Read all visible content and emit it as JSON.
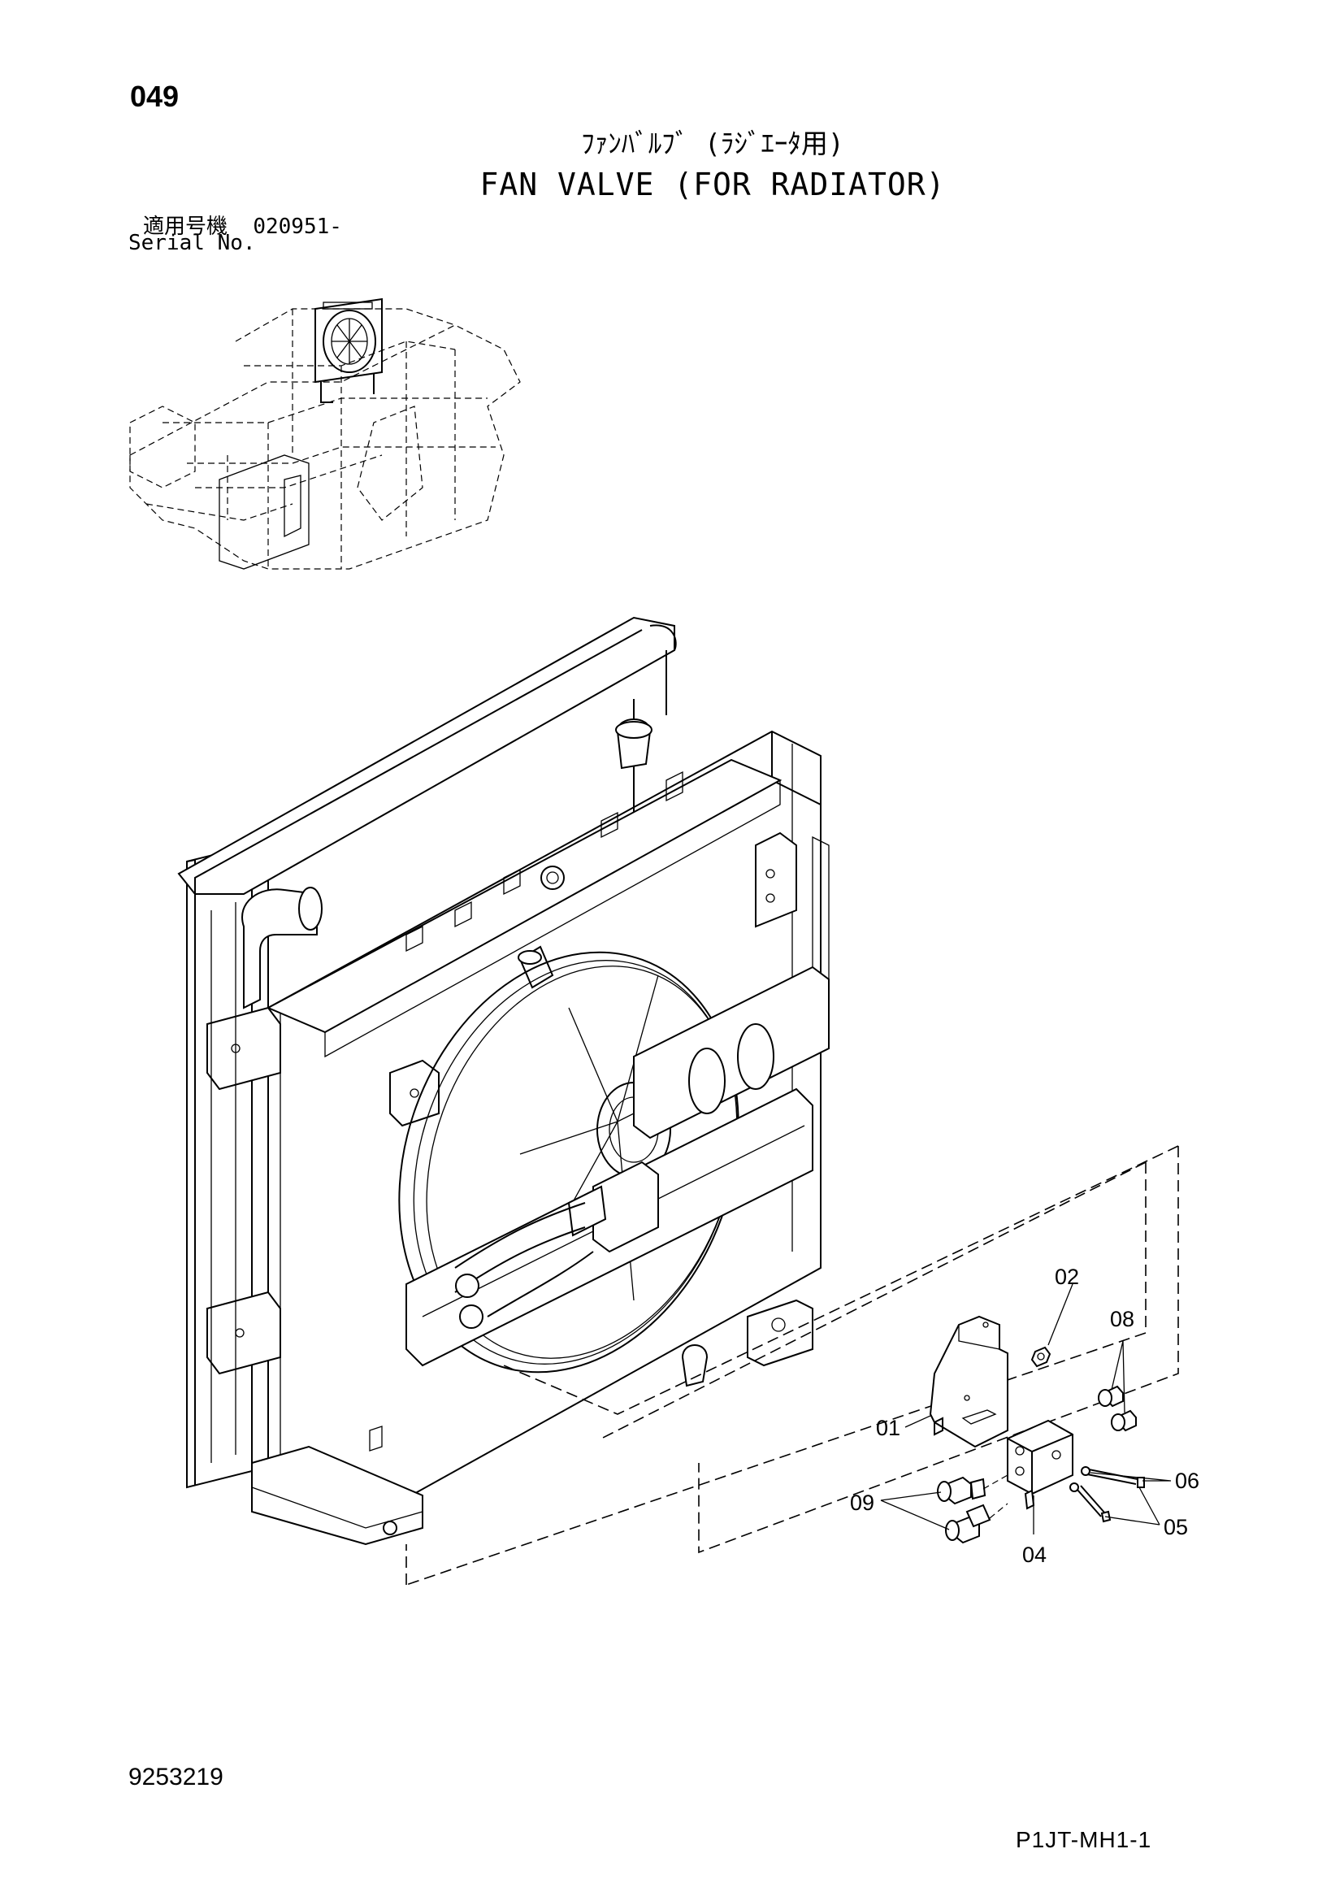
{
  "page_number": "049",
  "title_jp": "ﾌｧﾝﾊﾞﾙﾌﾞ (ﾗｼﾞｴｰﾀ用)",
  "title_en": "FAN VALVE (FOR RADIATOR)",
  "serial_label_jp": "適用号機",
  "serial_value": "020951-",
  "serial_label_en": "Serial No.",
  "callouts": {
    "c01": "01",
    "c02": "02",
    "c04": "04",
    "c05": "05",
    "c06": "06",
    "c08": "08",
    "c09": "09"
  },
  "document_number": "9253219",
  "sheet_id": "P1JT-MH1-1"
}
